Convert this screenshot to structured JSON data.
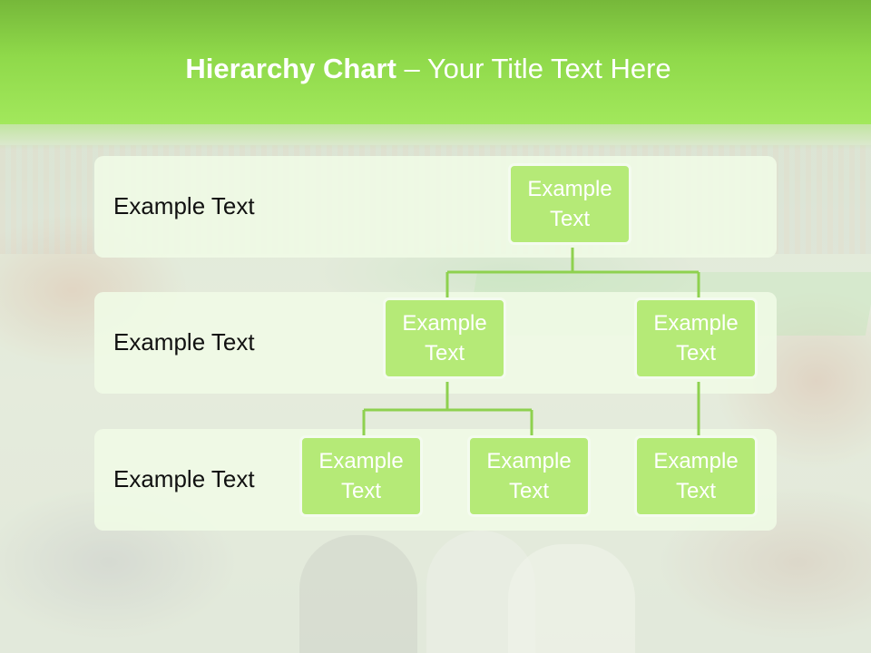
{
  "slide": {
    "title_bold": "Hierarchy Chart",
    "title_rest": " – Your Title Text Here"
  },
  "rows": [
    {
      "label": "Example Text"
    },
    {
      "label": "Example Text"
    },
    {
      "label": "Example Text"
    }
  ],
  "nodes": {
    "root": "Example Text",
    "level2_left": "Example Text",
    "level2_right": "Example Text",
    "level3_a": "Example Text",
    "level3_b": "Example Text",
    "level3_c": "Example Text"
  },
  "colors": {
    "header_green": "#8fd94a",
    "node_fill": "#b5ea77",
    "connector": "#8ed14f",
    "band_fill": "#f0fbe6"
  }
}
